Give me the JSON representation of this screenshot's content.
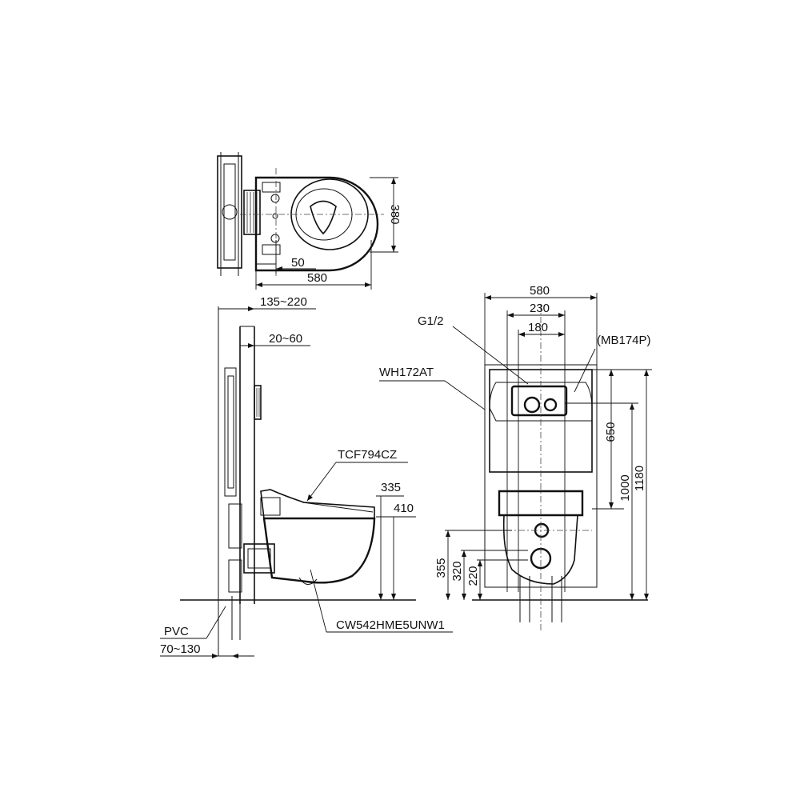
{
  "top_view": {
    "dim_depth": "580",
    "dim_offset": "50",
    "dim_width": "380"
  },
  "side_view": {
    "dim_wall_depth": "135~220",
    "dim_panel": "20~60",
    "seat_model": "TCF794CZ",
    "bowl_model": "CW542HME5UNW1",
    "dim_height_1": "335",
    "dim_height_2": "410",
    "pipe_material": "PVC",
    "pipe_dim": "70~130"
  },
  "front_view": {
    "dim_frame_width": "580",
    "dim_mount_230": "230",
    "dim_mount_180": "180",
    "inlet_label": "G1/2",
    "frame_model": "WH172AT",
    "plate_model": "(MB174P)",
    "dim_650": "650",
    "dim_1000": "1000",
    "dim_1180": "1180",
    "dim_355": "355",
    "dim_320": "320",
    "dim_220": "220"
  }
}
